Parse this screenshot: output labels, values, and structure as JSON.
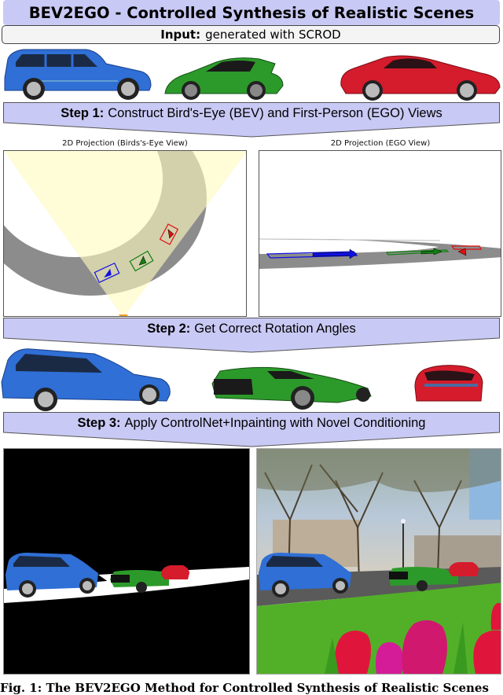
{
  "figure": {
    "title": "BEV2EGO - Controlled Synthesis of Realistic Scenes",
    "input": {
      "label": "Input:",
      "text": "generated with SCROD"
    },
    "input_cars": [
      {
        "name": "blue-suv",
        "color": "#2f6fd6"
      },
      {
        "name": "green-sports-car",
        "color": "#2c9a2a"
      },
      {
        "name": "red-coupe",
        "color": "#d41c2c"
      }
    ],
    "steps": [
      {
        "label": "Step 1:",
        "text": "Construct Bird's-Eye (BEV) and First-Person (EGO) Views"
      },
      {
        "label": "Step 2:",
        "text": "Get Correct Rotation Angles"
      },
      {
        "label": "Step 3:",
        "text": "Apply ControlNet+Inpainting with Novel Conditioning"
      }
    ],
    "bev_panel": {
      "title": "2D Projection (Birds's-Eye View)",
      "markers": [
        {
          "color": "#1010e0"
        },
        {
          "color": "#108010"
        },
        {
          "color": "#e01010"
        }
      ]
    },
    "ego_panel": {
      "title": "2D Projection (EGO View)"
    },
    "rotated_cars": [
      {
        "name": "blue-suv-rotated",
        "color": "#2f6fd6"
      },
      {
        "name": "green-sports-car-rotated",
        "color": "#2c9a2a"
      },
      {
        "name": "red-coupe-rotated",
        "color": "#d41c2c"
      }
    ],
    "output_panels": {
      "conditioning": "inpainting mask with cars on road",
      "result": "synthesized realistic street scene with tulips"
    },
    "caption": "Fig. 1: The BEV2EGO Method for Controlled Synthesis of Realistic Scenes"
  },
  "colors": {
    "banner_fill": "#c9c9f5",
    "banner_stroke": "#555555",
    "fov_fill": "#fffac8",
    "road_gray": "#8c8c8c"
  }
}
